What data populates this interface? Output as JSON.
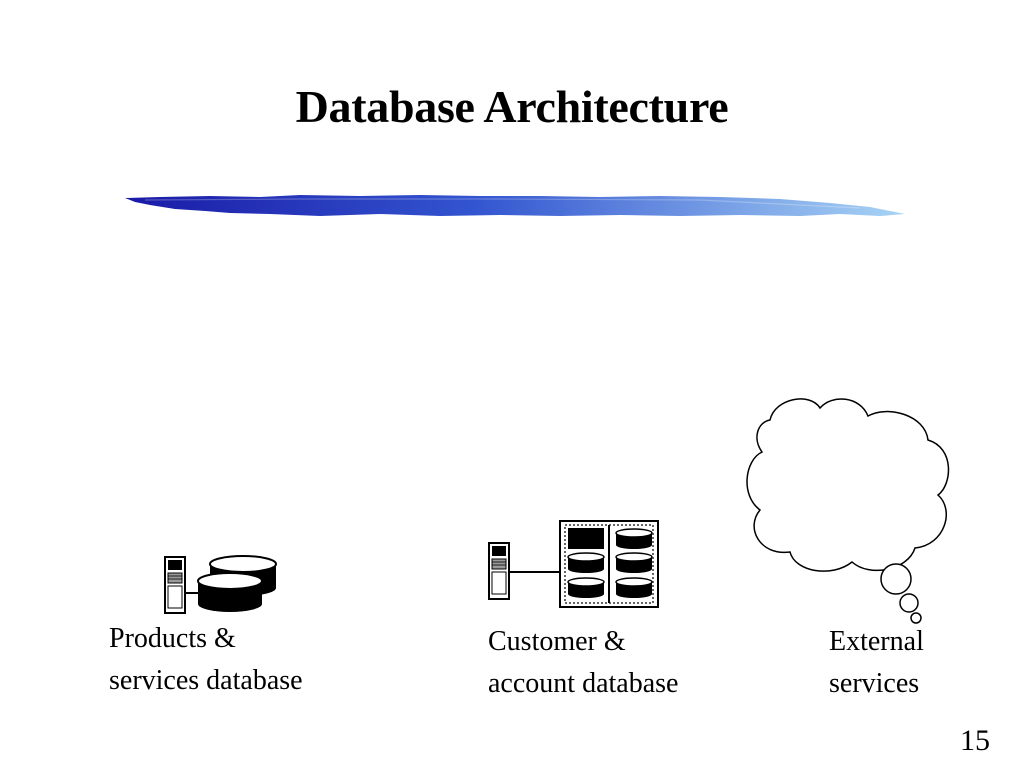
{
  "slide": {
    "title": "Database Architecture",
    "page_number": "15",
    "accent_gradient": [
      "#1a1aa6",
      "#3355d0",
      "#8fc3f0"
    ]
  },
  "diagram": {
    "nodes": [
      {
        "id": "products-services-database",
        "icon": "database-server-icon",
        "label_lines": [
          "Products &",
          "services database"
        ]
      },
      {
        "id": "customer-account-database",
        "icon": "database-array-icon",
        "label_lines": [
          "Customer &",
          "account database"
        ]
      },
      {
        "id": "external-services",
        "icon": "cloud-icon",
        "label_lines": [
          "External",
          "services"
        ]
      }
    ]
  }
}
